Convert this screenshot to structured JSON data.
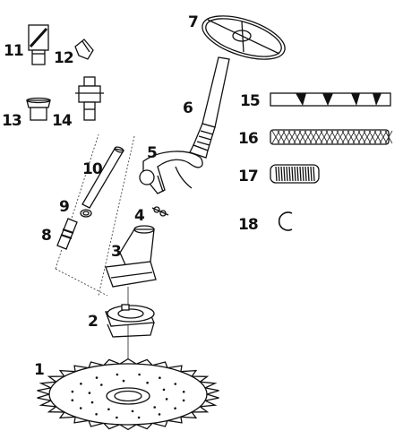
{
  "diagram": {
    "type": "exploded-parts-view",
    "part_labels": [
      "1",
      "2",
      "3",
      "4",
      "5",
      "6",
      "7",
      "8",
      "9",
      "10",
      "11",
      "12",
      "13",
      "14",
      "15",
      "16",
      "17",
      "18"
    ]
  }
}
